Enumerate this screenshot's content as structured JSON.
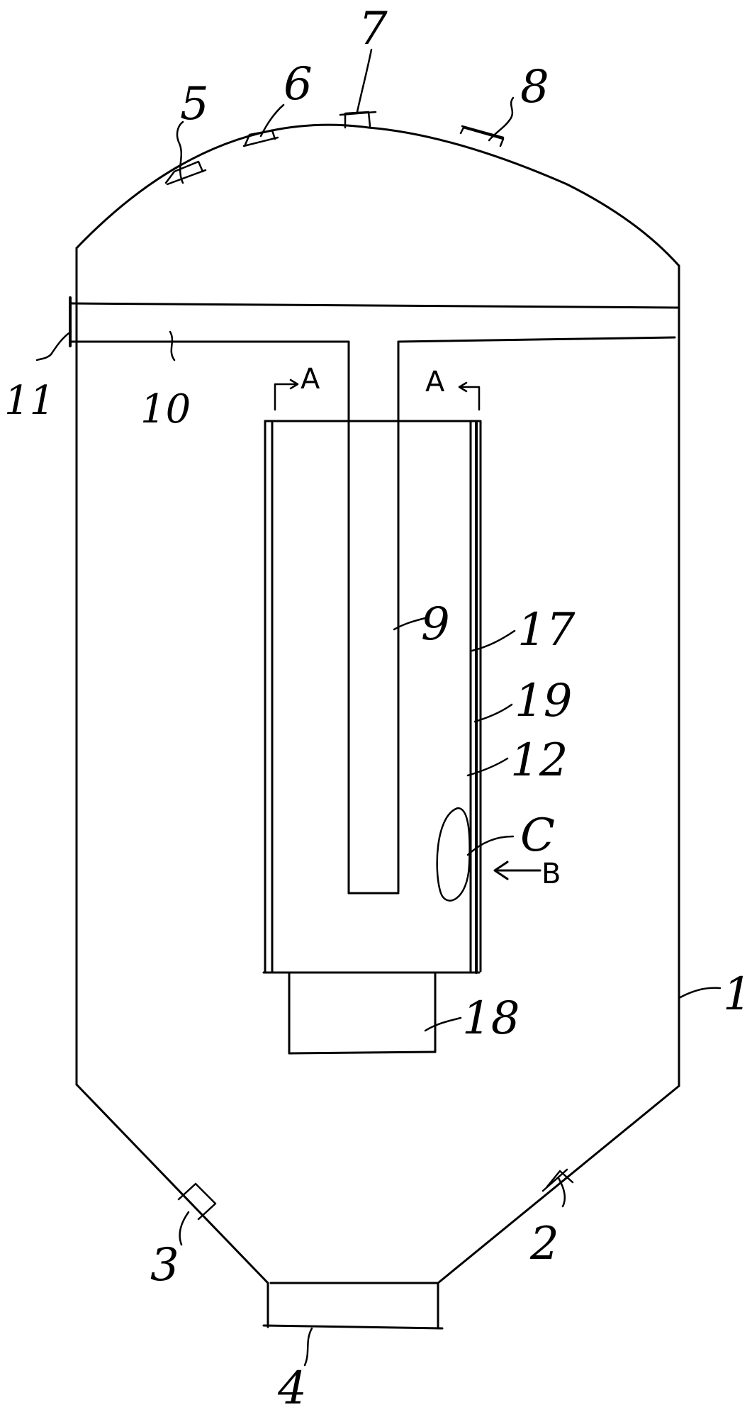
{
  "figure": {
    "labels": {
      "vessel": "1",
      "nozzle_lower_right": "2",
      "nozzle_lower_left": "3",
      "bottom_outlet": "4",
      "top_nozzle_5": "5",
      "top_nozzle_6": "6",
      "top_nozzle_7": "7",
      "top_nozzle_8": "8",
      "center_pipe": "9",
      "header_pipe": "10",
      "header_inlet": "11",
      "layer_12": "12",
      "outer_layer_17": "17",
      "lower_sleeve": "18",
      "layer_19": "19",
      "detail_c": "C",
      "view_b": "B",
      "section_a_left": "A",
      "section_a_right": "A"
    },
    "colors": {
      "ink": "#000000",
      "paper": "#ffffff"
    }
  }
}
